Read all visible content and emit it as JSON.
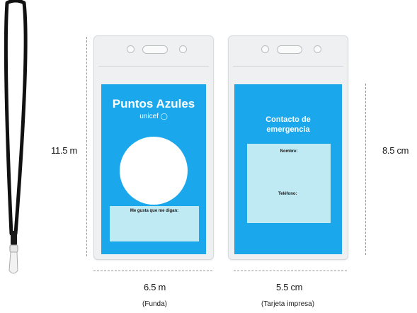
{
  "dimensions": {
    "holder_height": "11.5 m",
    "card_height": "8.5 cm",
    "holder_width": "6.5 m",
    "holder_caption": "(Funda)",
    "card_width": "5.5 cm",
    "card_caption": "(Tarjeta impresa)"
  },
  "front_card": {
    "title": "Puntos Azules",
    "brand": "unicef",
    "message_label": "Me gusta que me digan:"
  },
  "back_card": {
    "title_line1": "Contacto de",
    "title_line2": "emergencia",
    "name_label": "Nombre:",
    "phone_label": "Teléfono:"
  },
  "colors": {
    "card_blue": "#1aa7ec",
    "panel_light": "#bfeaf3",
    "holder": "#eef0f1",
    "lanyard": "#111111"
  }
}
